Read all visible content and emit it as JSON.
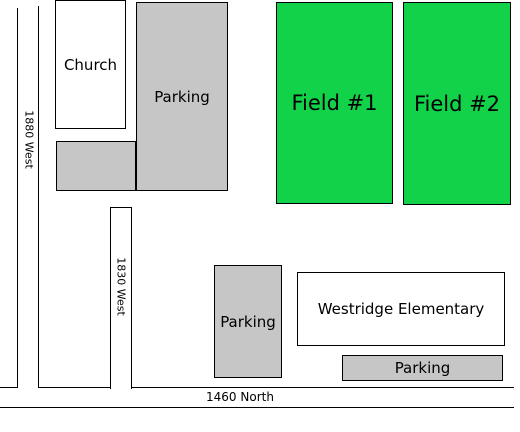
{
  "map": {
    "buildings": {
      "church": "Church",
      "parking_north": "Parking",
      "field_1": "Field #1",
      "field_2": "Field #2",
      "parking_center": "Parking",
      "school": "Westridge Elementary",
      "parking_south": "Parking"
    },
    "streets": {
      "west_1880": "1880 West",
      "west_1830": "1830 West",
      "north_1460": "1460 North"
    },
    "colors": {
      "field": "#12d24a",
      "parking": "#c6c6c6",
      "building": "#ffffff"
    }
  }
}
